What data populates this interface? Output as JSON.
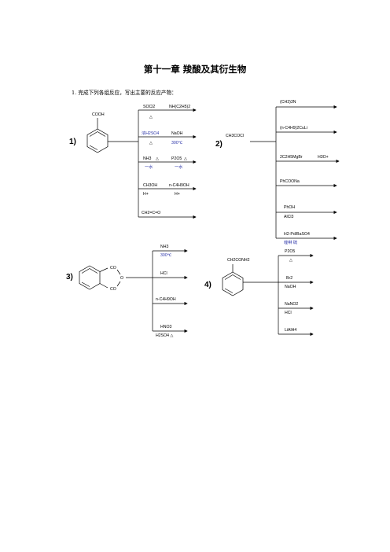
{
  "title": "第十一章  羧酸及其衍生物",
  "question": "1. 完成下列各组反应，写出主要的反应产物：",
  "r1": {
    "label": "1)",
    "substrate": "COOH",
    "b1": {
      "above1": "SOCl2",
      "below1": "△",
      "above2": "NH(C2H5)2"
    },
    "b2": {
      "above1": "浓H2SO4",
      "below1": "△",
      "above2": "NaOH",
      "below2": "300℃"
    },
    "b3": {
      "above1": "NH3",
      "tri1": "△",
      "below1": "一水",
      "above2": "P2O5",
      "tri2": "△",
      "below2": "一水"
    },
    "b4": {
      "above1": "CH3OH",
      "below1": "H+",
      "above2": "n-C4H9OH",
      "below2": "H+"
    },
    "b5": {
      "above1": "CH2=C=O"
    }
  },
  "r2": {
    "label": "2)",
    "substrate": "CH3COCl",
    "b1": {
      "above": "(CH3)3N"
    },
    "b2": {
      "above": "(n-C4H9)2CuLi"
    },
    "b3": {
      "above1": "2C2H5MgBr",
      "above2": "H3O+"
    },
    "b4": {
      "above": "PhCOONa"
    },
    "b5": {
      "above": "PhOH",
      "below": "AlCl3"
    },
    "b6": {
      "above": "H2-Pd/BaSO4",
      "below": "喹啉 硫"
    }
  },
  "r3": {
    "label": "3)",
    "co_top": "CO",
    "o": "O",
    "co_bottom": "CO",
    "b1": {
      "above": "NH3",
      "below": "300℃"
    },
    "b2": {
      "above": "HCl"
    },
    "b3": {
      "above": "n-C4H9OH"
    },
    "b4": {
      "above": "HNO3",
      "below": "H2SO4  △"
    }
  },
  "r4": {
    "label": "4)",
    "substrate": "CH2CONH2",
    "b1": {
      "above": "P2O5",
      "below": "△"
    },
    "b2": {
      "above": "Br2",
      "below": "NaOH"
    },
    "b3": {
      "above": "NaNO2",
      "below": "HCl"
    },
    "b4": {
      "above": "LiAlH4"
    }
  }
}
